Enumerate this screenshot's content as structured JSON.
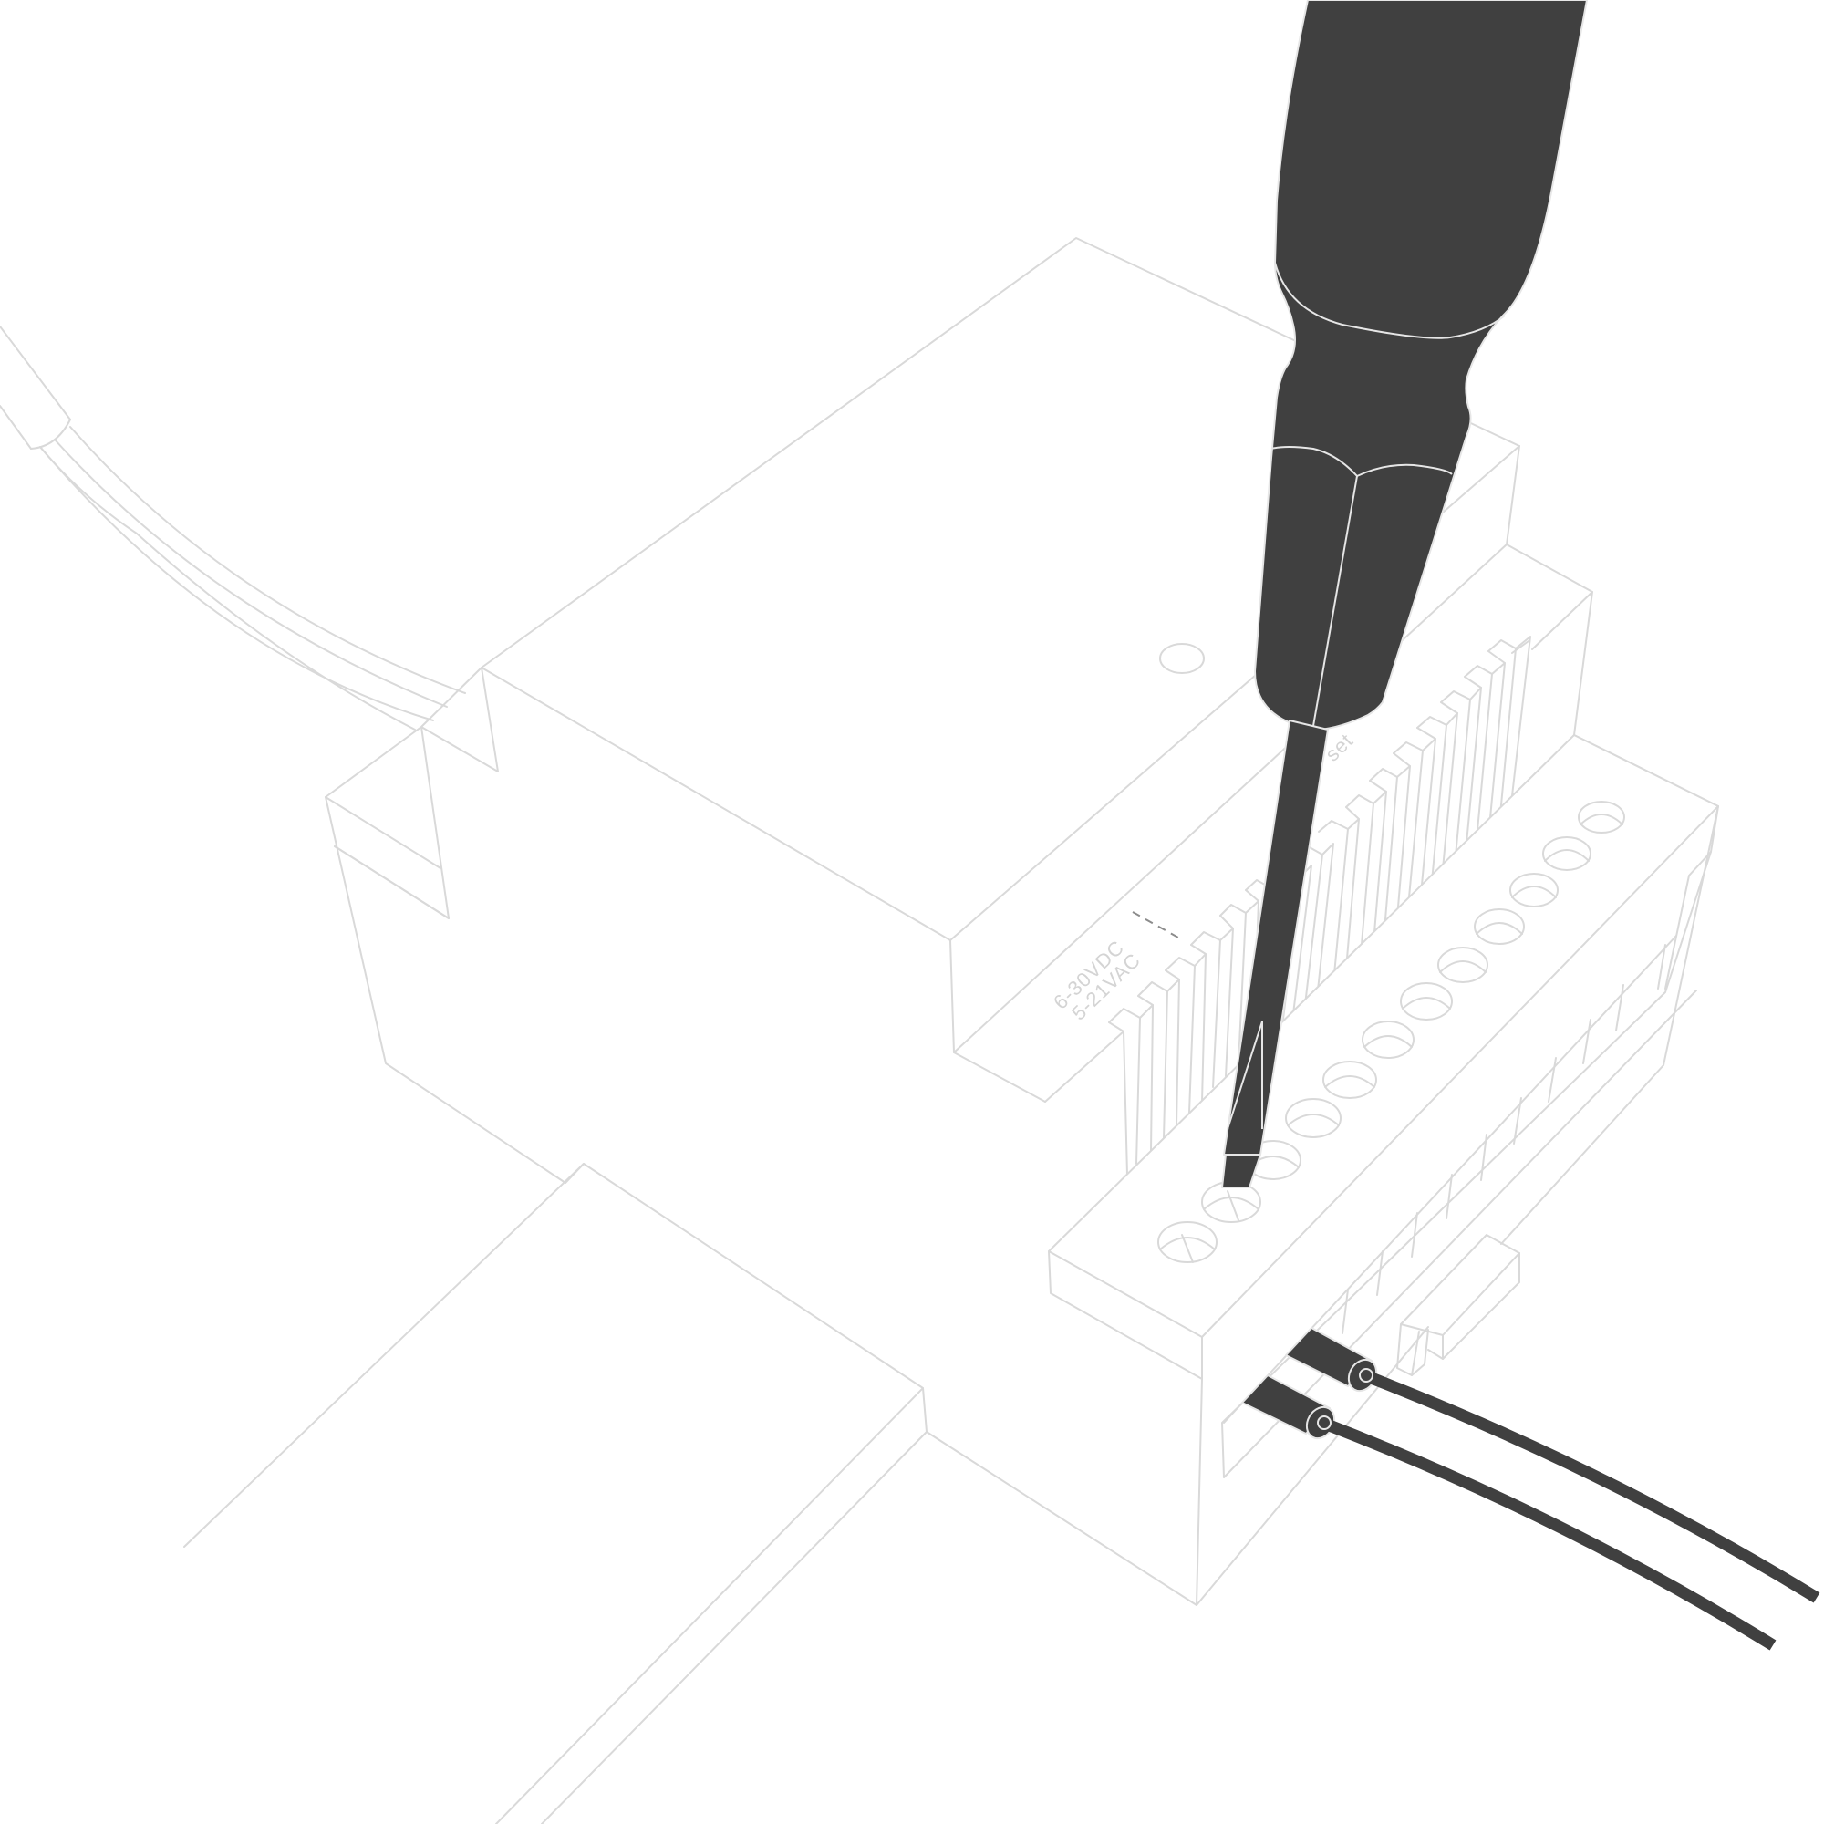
{
  "figure": {
    "type": "installation-illustration",
    "subject": "Screwdriver tightening terminal screw on DIN-rail module",
    "colors": {
      "outline": "#d9d9d9",
      "tool_fill": "#404040",
      "background": "#ffffff",
      "label_text": "#d4d4d4",
      "dashed_marker": "#8c8c8c"
    }
  },
  "labels": {
    "voltage_dc": "6-30VDC",
    "voltage_ac": "5-21VAC",
    "reset_partial": "set"
  },
  "parts": {
    "screwdriver": "screwdriver",
    "terminal_block": "terminal-block",
    "screw_terminals_count": 12,
    "wires_count": 2,
    "ribbon_cable": "ribbon-cable"
  }
}
